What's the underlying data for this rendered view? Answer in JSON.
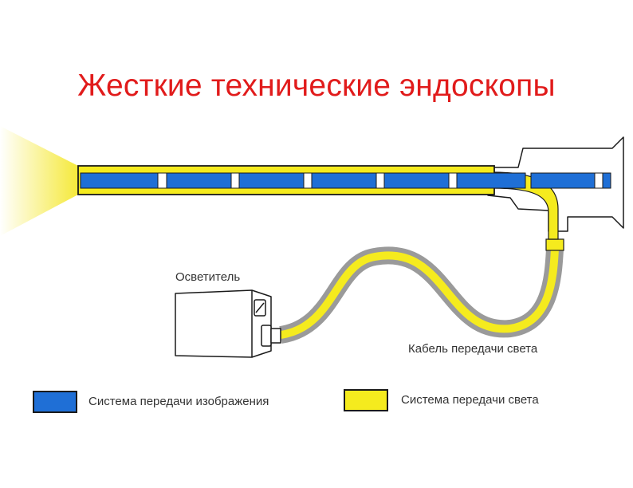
{
  "title": "Жесткие технические эндоскопы",
  "labels": {
    "illuminator": "Осветитель",
    "light_cable": "Кабель передачи света"
  },
  "legend": [
    {
      "label": "Система передачи изображения",
      "color": "#1f6fd6"
    },
    {
      "label": "Система передачи света",
      "color": "#f5eb1e"
    }
  ],
  "colors": {
    "title": "#e11b1b",
    "image_system": "#1f6fd6",
    "light_system": "#f5eb1e",
    "cable_sheath": "#9a9a9a",
    "outline": "#1a1a1a"
  }
}
